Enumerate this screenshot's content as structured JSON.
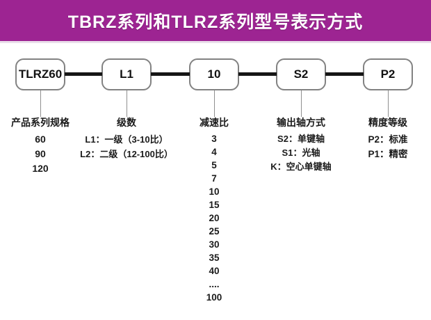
{
  "title": "TBRZ系列和TLRZ系列型号表示方式",
  "colors": {
    "header_bg": "#9d2492",
    "header_text": "#ffffff",
    "box_border": "#828282",
    "connector": "#151515",
    "drop_line": "#8f8f8f",
    "text": "#1a1a1a"
  },
  "boxes": [
    {
      "label": "TLRZ60"
    },
    {
      "label": "L1"
    },
    {
      "label": "10"
    },
    {
      "label": "S2"
    },
    {
      "label": "P2"
    }
  ],
  "columns": [
    {
      "heading": "产品系列规格",
      "items": [
        "60",
        "90",
        "120"
      ]
    },
    {
      "heading": "级数",
      "items": [
        "L1：一级（3-10比）",
        "L2：二级（12-100比）"
      ]
    },
    {
      "heading": "减速比",
      "items": [
        "3",
        "4",
        "5",
        "7",
        "10",
        "15",
        "20",
        "25",
        "30",
        "35",
        "40",
        "....",
        "100"
      ]
    },
    {
      "heading": "输出轴方式",
      "items": [
        "S2：单键轴",
        "S1：光轴",
        "K：空心单键轴"
      ]
    },
    {
      "heading": "精度等级",
      "items": [
        "P2：标准",
        "P1：精密"
      ]
    }
  ]
}
